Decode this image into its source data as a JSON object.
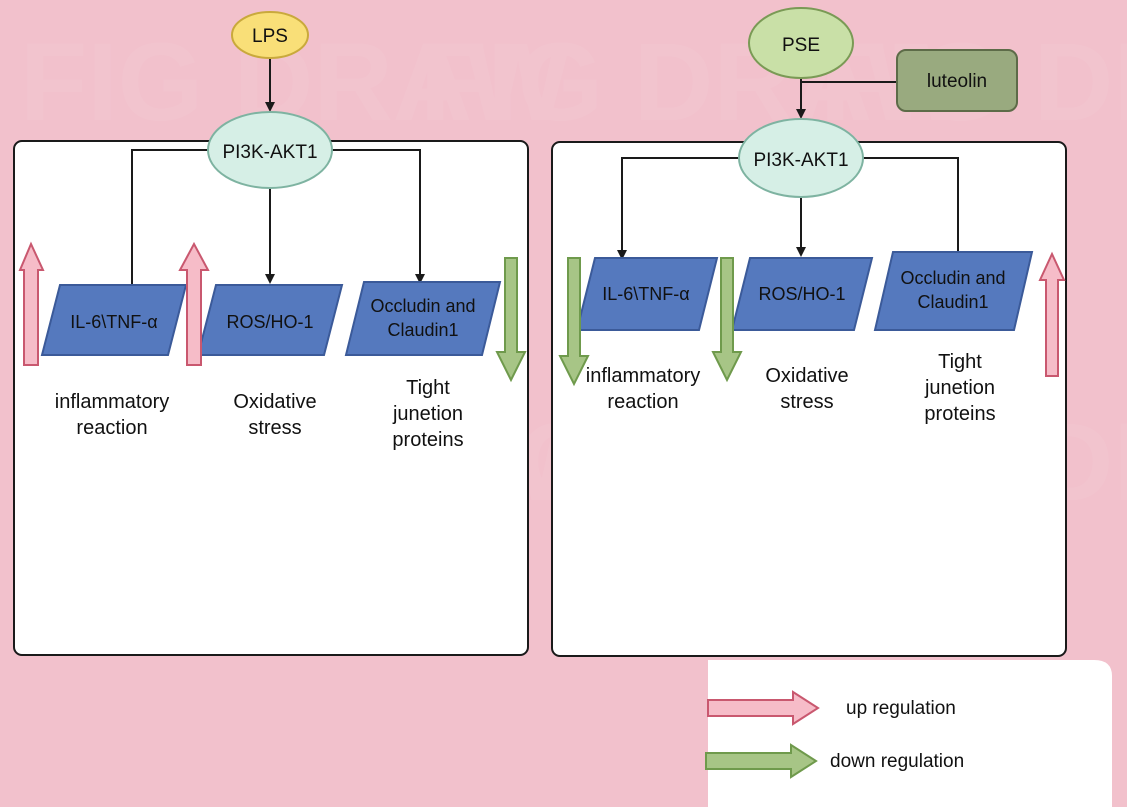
{
  "colors": {
    "background": "#f2c1cc",
    "panel_fill": "#ffffff",
    "panel_stroke": "#1a1a1a",
    "lps_fill": "#f9df78",
    "lps_stroke": "#c9a93c",
    "pse_fill": "#c9e0a7",
    "pse_stroke": "#7a9a55",
    "luteolin_fill": "#99aa7f",
    "luteolin_stroke": "#5d6b48",
    "pi3k_fill": "#d6efe6",
    "pi3k_stroke": "#7eb3a1",
    "box_fill": "#5579be",
    "box_stroke": "#3b5a99",
    "up_arrow_fill": "#f6bcc8",
    "up_arrow_stroke": "#c9586f",
    "down_arrow_fill": "#a7c586",
    "down_arrow_stroke": "#6f9a4c",
    "line": "#1a1a1a"
  },
  "left_panel": {
    "trigger": "LPS",
    "hub": "PI3K-AKT1",
    "targets": [
      {
        "label": "IL-6\\TNF-α",
        "caption": [
          "inflammatory",
          "reaction"
        ],
        "regulation": "up"
      },
      {
        "label": "ROS/HO-1",
        "caption": [
          "Oxidative",
          "stress"
        ],
        "regulation": "up"
      },
      {
        "label_lines": [
          "Occludin and",
          "Claudin1"
        ],
        "caption": [
          "Tight",
          "junetion",
          "proteins"
        ],
        "regulation": "down"
      }
    ]
  },
  "right_panel": {
    "trigger": "PSE",
    "modifier": "luteolin",
    "hub": "PI3K-AKT1",
    "targets": [
      {
        "label": "IL-6\\TNF-α",
        "caption": [
          "inflammatory",
          "reaction"
        ],
        "regulation": "down"
      },
      {
        "label": "ROS/HO-1",
        "caption": [
          "Oxidative",
          "stress"
        ],
        "regulation": "down"
      },
      {
        "label_lines": [
          "Occludin and",
          "Claudin1"
        ],
        "caption": [
          "Tight",
          "junetion",
          "proteins"
        ],
        "regulation": "up"
      }
    ]
  },
  "legend": {
    "up": "up regulation",
    "down": "down regulation"
  },
  "watermark": "FIG DRAW"
}
